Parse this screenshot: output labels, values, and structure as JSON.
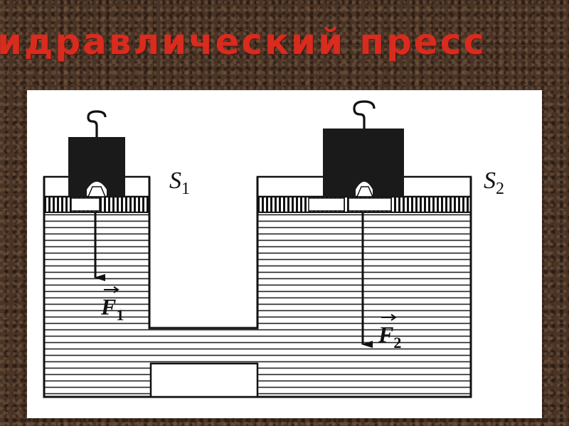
{
  "title": "идравлический пресс",
  "labels": {
    "s1_base": "S",
    "s1_sub": "1",
    "s2_base": "S",
    "s2_sub": "2",
    "f1_base": "F",
    "f1_sub": "1",
    "f2_base": "F",
    "f2_sub": "2"
  },
  "colors": {
    "title": "#d92b1e",
    "ink": "#111111",
    "paper": "#ffffff"
  },
  "icons": {
    "hook": "hook-icon",
    "weight": "weight-block",
    "arrow": "force-arrow"
  }
}
